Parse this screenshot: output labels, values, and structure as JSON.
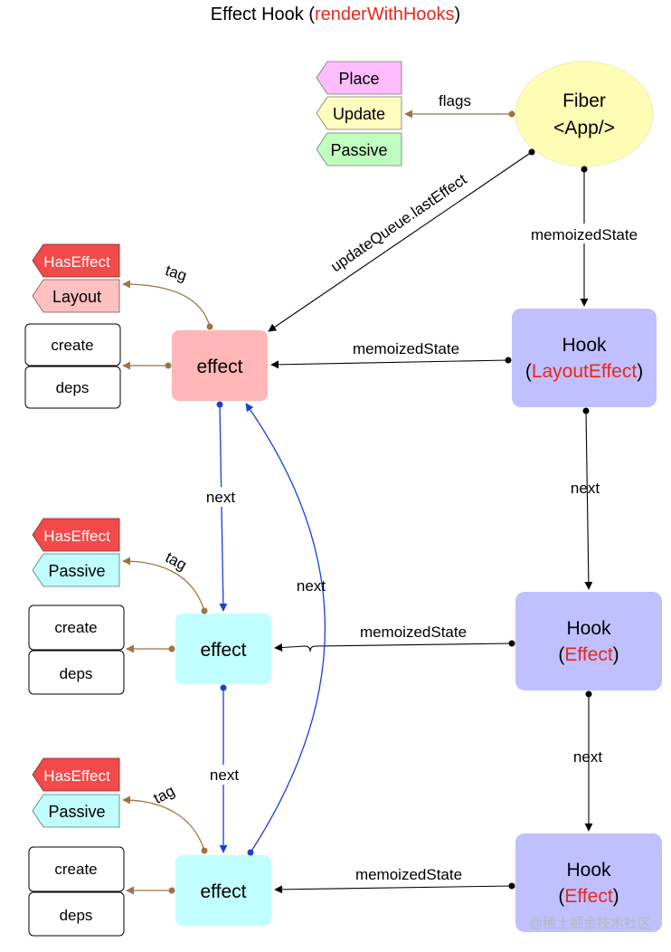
{
  "title": {
    "prefix": "Effect Hook (",
    "highlight": "renderWithHooks",
    "suffix": ")"
  },
  "fiber": {
    "line1": "Fiber",
    "line2": "<App/>"
  },
  "flag_tags": [
    "Place",
    "Update",
    "Passive"
  ],
  "edge_labels": {
    "flags": "flags",
    "last_effect": "updateQueue.lastEffect",
    "memoized_state": "memoizedState",
    "next": "next",
    "tag": "tag"
  },
  "hooks": [
    {
      "label": "Hook",
      "open": "(",
      "type": "LayoutEffect",
      "close": ")"
    },
    {
      "label": "Hook",
      "open": "(",
      "type": "Effect",
      "close": ")"
    },
    {
      "label": "Hook",
      "open": "(",
      "type": "Effect",
      "close": ")"
    }
  ],
  "effects": [
    {
      "label": "effect",
      "tag_primary": "HasEffect",
      "tag_secondary": "Layout",
      "field_create": "create",
      "field_deps": "deps"
    },
    {
      "label": "effect",
      "tag_primary": "HasEffect",
      "tag_secondary": "Passive",
      "field_create": "create",
      "field_deps": "deps"
    },
    {
      "label": "effect",
      "tag_primary": "HasEffect",
      "tag_secondary": "Passive",
      "field_create": "create",
      "field_deps": "deps"
    }
  ],
  "watermark": "@稀土掘金技术社区",
  "colors": {
    "fiber": "#fefdb5",
    "hook": "#c0c0fe",
    "effect_layout": "#feb6b6",
    "effect_passive": "#c0feff",
    "tag_has_effect": "#f24a4a",
    "tag_layout": "#fec0c0",
    "tag_passive": "#c0fdfd",
    "tag_place": "#fdbcfd",
    "tag_update": "#fffdc0",
    "tag_passive_flag": "#c0fec0",
    "accent_red": "#e8271e",
    "edge_brown": "#9c7445",
    "edge_blue": "#1a3fd6"
  }
}
